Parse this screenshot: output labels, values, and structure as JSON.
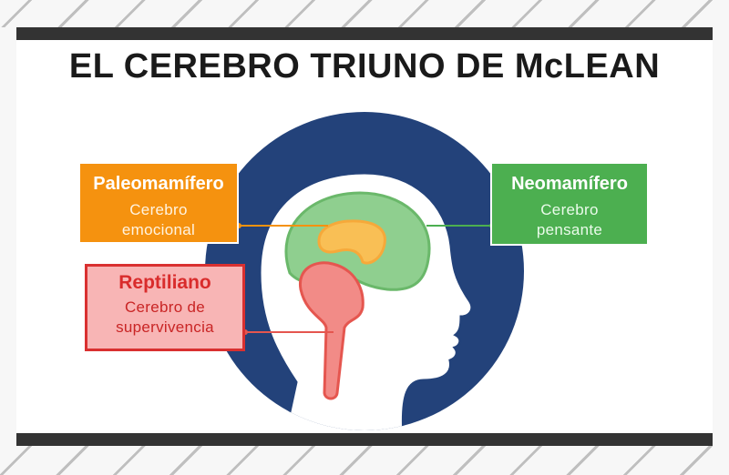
{
  "title": "EL CEREBRO TRIUNO DE McLEAN",
  "labels": {
    "paleo": {
      "name": "Paleomamífero",
      "line1": "Cerebro",
      "line2": "emocional"
    },
    "neo": {
      "name": "Neomamífero",
      "line1": "Cerebro",
      "line2": "pensante"
    },
    "reptile": {
      "name": "Reptiliano",
      "line1": "Cerebro de",
      "line2": "supervivencia"
    }
  },
  "colors": {
    "circle": "#23427a",
    "head": "#ffffff",
    "neocortex": "#8fcf8f",
    "limbic": "#f9bf55",
    "reptilian": "#f28b87",
    "paleo_box": "#f5920f",
    "neo_box": "#4caf50",
    "reptile_box": "#f8b5b5",
    "dark_bar": "#333333"
  },
  "icons": [
    "brain-neocortex-shape",
    "brain-limbic-shape",
    "brain-stem-shape",
    "head-silhouette-shape"
  ]
}
